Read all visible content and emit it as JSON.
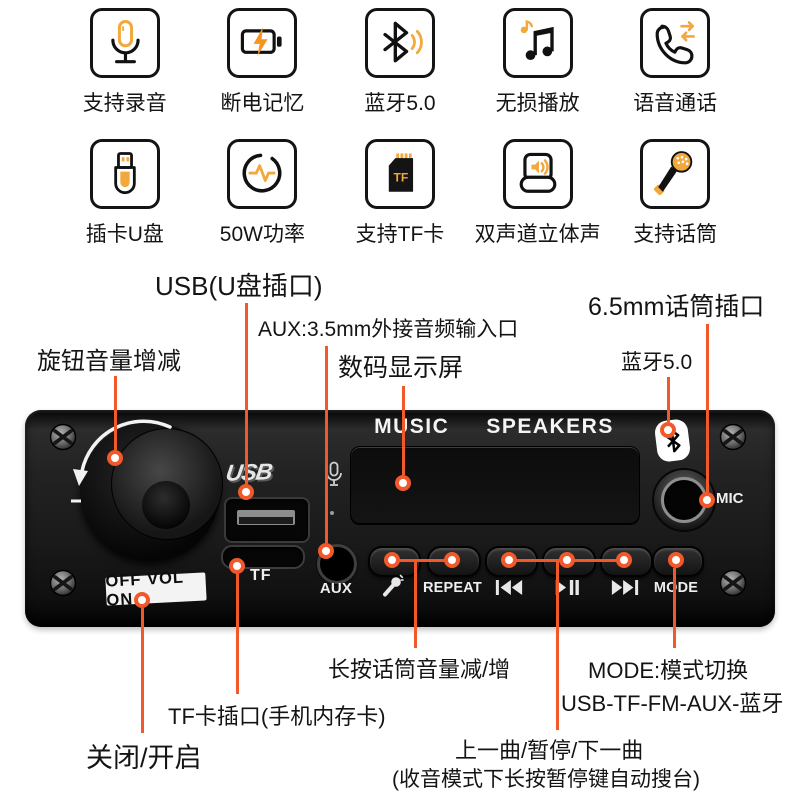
{
  "colors": {
    "callout_orange": "#F2592A",
    "icon_orange": "#F2A83C",
    "bolt_orange": "#F7941E",
    "panel_black": "#1a1a1a",
    "background": "#ffffff"
  },
  "features": {
    "row1": [
      {
        "icon": "studio-microphone-icon",
        "label": "支持录音"
      },
      {
        "icon": "battery-charge-icon",
        "label": "断电记忆"
      },
      {
        "icon": "bluetooth-icon",
        "label": "蓝牙5.0"
      },
      {
        "icon": "music-notes-icon",
        "label": "无损播放"
      },
      {
        "icon": "phone-call-icon",
        "label": "语音通话"
      }
    ],
    "row2": [
      {
        "icon": "usb-drive-icon",
        "label": "插卡U盘"
      },
      {
        "icon": "power-wave-icon",
        "label": "50W功率"
      },
      {
        "icon": "tf-card-icon",
        "label": "支持TF卡",
        "icon_text": "TF"
      },
      {
        "icon": "stereo-speaker-icon",
        "label": "双声道立体声"
      },
      {
        "icon": "handheld-mic-icon",
        "label": "支持话筒"
      }
    ]
  },
  "callouts": {
    "knob": "旋钮音量增减",
    "usb": "USB(U盘插口)",
    "aux": "AUX:3.5mm外接音频输入口",
    "display": "数码显示屏",
    "mic_jack": "6.5mm话筒插口",
    "bluetooth": "蓝牙5.0",
    "power": "关闭/开启",
    "tf": "TF卡插口(手机内存卡)",
    "mic_volume": "长按话筒音量减/增",
    "track": "上一曲/暂停/下一曲",
    "track_note": "(收音模式下长按暂停键自动搜台)",
    "mode_line1": "MODE:模式切换",
    "mode_line2": "USB-TF-FM-AUX-蓝牙"
  },
  "panel": {
    "brand_word1": "MUSIC",
    "brand_word2": "SPEAKERS",
    "usb_logo": "USB",
    "volume_label": "OFF VOL ON",
    "tf_label": "TF",
    "aux_label": "AUX",
    "mic_label": "MIC",
    "buttons": {
      "repeat": "REPEAT",
      "mode": "MODE"
    },
    "button_icons": [
      "karaoke-mic-icon",
      "prev-track-icon",
      "play-pause-icon",
      "next-track-icon"
    ],
    "other_icons": [
      "volume-knob",
      "screw-icon",
      "bluetooth-icon",
      "mic-glyph-icon",
      "usb-port",
      "tf-card-slot",
      "aux-jack",
      "mic-jack"
    ]
  }
}
